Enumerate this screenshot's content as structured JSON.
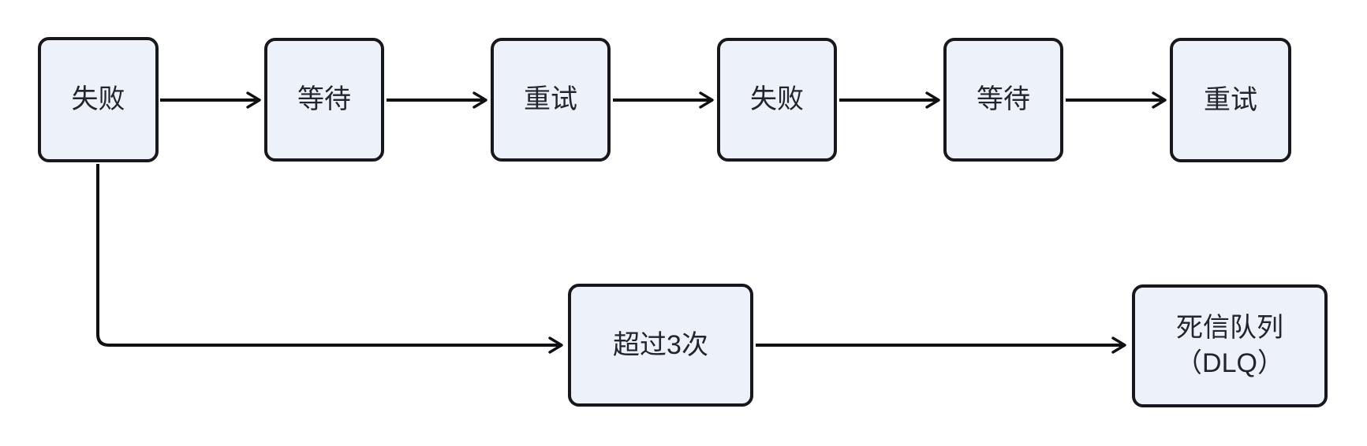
{
  "diagram": {
    "type": "flowchart",
    "colors": {
      "background": "#ffffff",
      "node_fill": "#edf1fa",
      "node_border": "#17171c",
      "text": "#24242c",
      "arrow": "#101014"
    },
    "nodes": [
      {
        "id": "fail-1",
        "label": "失败"
      },
      {
        "id": "wait-1",
        "label": "等待"
      },
      {
        "id": "retry-1",
        "label": "重试"
      },
      {
        "id": "fail-2",
        "label": "失败"
      },
      {
        "id": "wait-2",
        "label": "等待"
      },
      {
        "id": "retry-2",
        "label": "重试"
      },
      {
        "id": "exceed-3",
        "label": "超过3次"
      },
      {
        "id": "dlq",
        "label": "死信队列（DLQ）",
        "label_line1": "死信队列",
        "label_line2": "（DLQ）"
      }
    ],
    "edges": [
      {
        "from": "fail-1",
        "to": "wait-1"
      },
      {
        "from": "wait-1",
        "to": "retry-1"
      },
      {
        "from": "retry-1",
        "to": "fail-2"
      },
      {
        "from": "fail-2",
        "to": "wait-2"
      },
      {
        "from": "wait-2",
        "to": "retry-2"
      },
      {
        "from": "fail-1",
        "to": "exceed-3"
      },
      {
        "from": "exceed-3",
        "to": "dlq"
      }
    ]
  }
}
